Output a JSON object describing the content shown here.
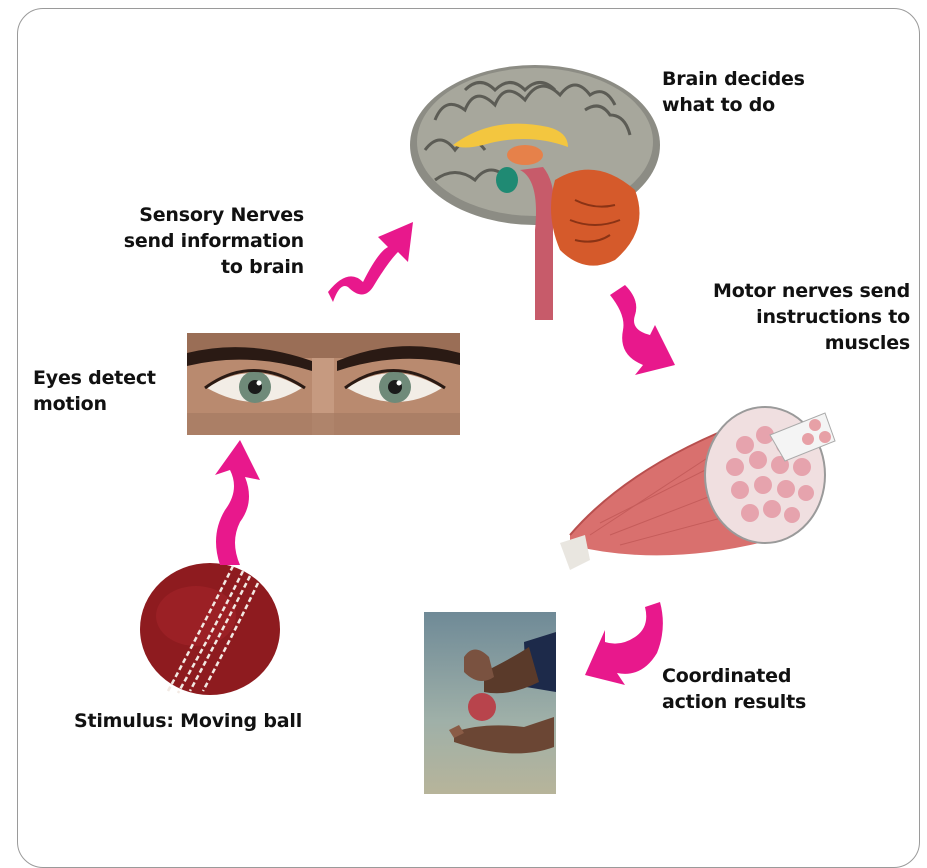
{
  "labels": {
    "brain": "Brain decides\nwhat to do",
    "sensory": "Sensory Nerves\nsend information\nto brain",
    "motor": "Motor nerves send\ninstructions to\nmuscles",
    "eyes": "Eyes detect\nmotion",
    "stimulus": "Stimulus: Moving ball",
    "action": "Coordinated\naction results"
  },
  "colors": {
    "arrow": "#e8188c",
    "ball": "#8e1b1f",
    "muscle": "#d9706e",
    "frame": "#9a9a9a"
  },
  "icons": {
    "brain": "brain-illustration",
    "eyes": "eyes-photo",
    "muscle": "muscle-fiber-illustration",
    "ball": "cricket-ball-illustration",
    "hands": "hands-catching-ball-photo"
  }
}
